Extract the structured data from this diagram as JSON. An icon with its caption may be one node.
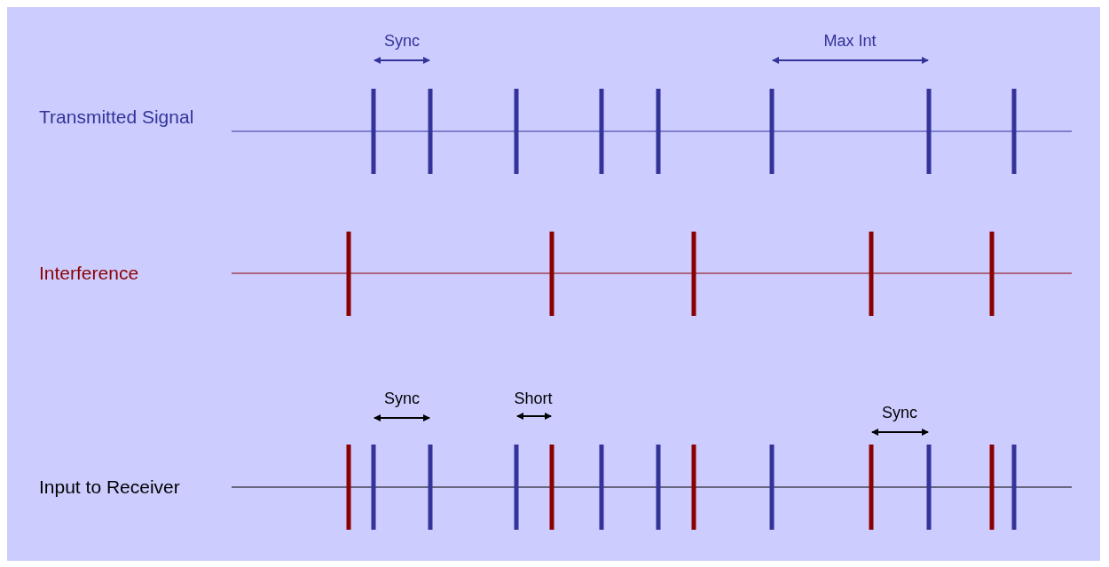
{
  "diagram": {
    "labels": [
      "Sync",
      "Max Int",
      "Transmitted Signal",
      "Interference",
      "Sync",
      "Short",
      "Sync",
      "Input to Receiver"
    ]
  }
}
